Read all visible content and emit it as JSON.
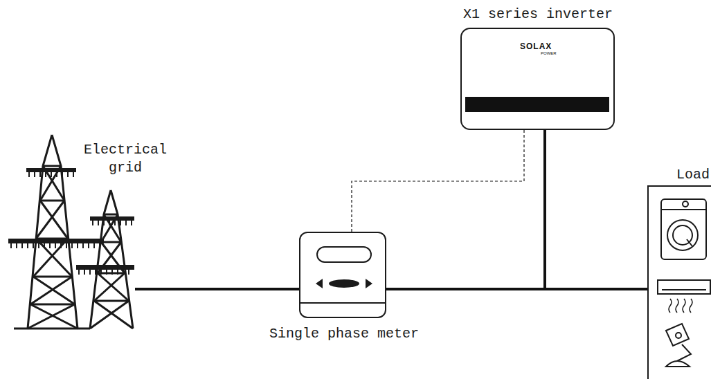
{
  "diagram": {
    "nodes": [
      {
        "text": [
          "Electrical grid"
        ]
      },
      {
        "text": [
          "Single phase meter"
        ]
      },
      {
        "text": [
          "X1 series inverter"
        ]
      },
      {
        "text": [
          "Load"
        ]
      }
    ],
    "edges": [
      {
        "from": 0,
        "to": 1,
        "arrow": "none"
      },
      {
        "from": 1,
        "to": 3,
        "arrow": "none"
      },
      {
        "from": 2,
        "to": 3,
        "arrow": "none"
      },
      {
        "from": 1,
        "to": 2,
        "arrow": "none"
      }
    ],
    "labels": [
      "SOLAX",
      "POWER"
    ]
  }
}
